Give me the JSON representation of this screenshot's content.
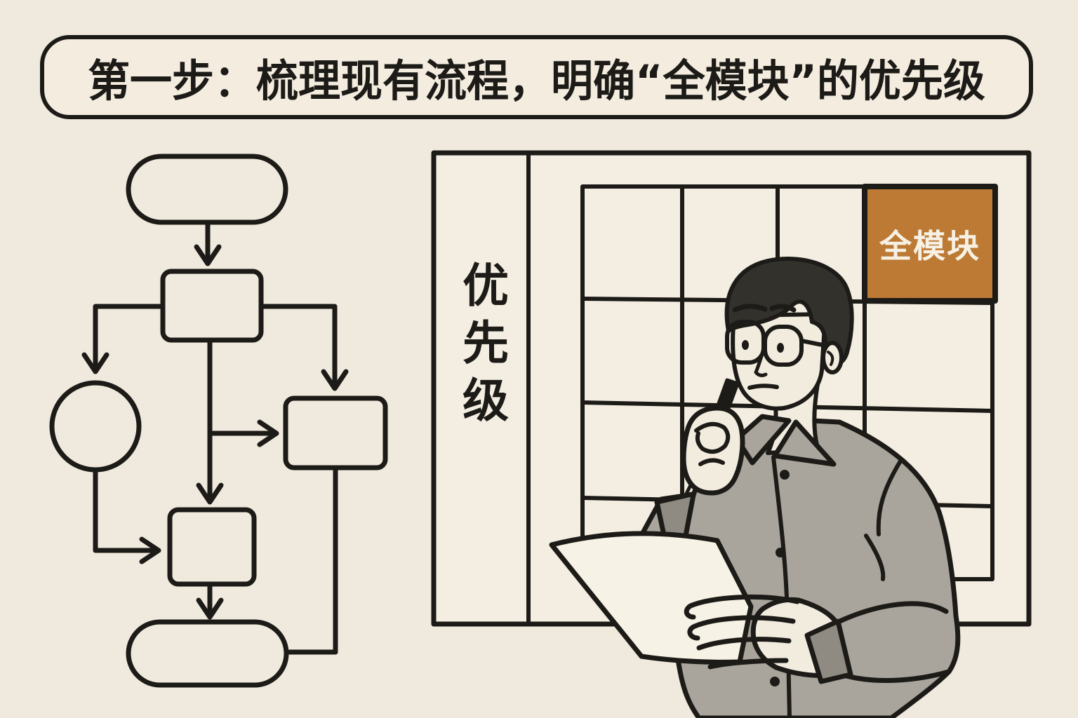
{
  "title_banner": {
    "text": "第一步：梳理现有流程，明确“全模块”的优先级"
  },
  "whiteboard": {
    "column_header": "优先级",
    "grid": {
      "rows": 4,
      "columns": 4
    },
    "highlighted_cell": {
      "label": "全模块",
      "row": 1,
      "column": 4,
      "fill": "#bc7a35",
      "text_color": "#f7f1e4"
    }
  },
  "flowchart": {
    "style": "hand-drawn black outline, empty unlabeled nodes",
    "nodes": [
      {
        "id": "start",
        "shape": "rounded-pill"
      },
      {
        "id": "process-1",
        "shape": "rectangle"
      },
      {
        "id": "branch-left",
        "shape": "circle"
      },
      {
        "id": "branch-right",
        "shape": "rectangle"
      },
      {
        "id": "merge",
        "shape": "square"
      },
      {
        "id": "end",
        "shape": "rounded-pill"
      }
    ],
    "edges": [
      "start -> process-1",
      "process-1 -> branch-left",
      "process-1 -> branch-right",
      "process-1 -> merge",
      "process-1 -> branch-right (side arrow)",
      "branch-left -> merge",
      "merge -> end",
      "branch-right -> end"
    ]
  },
  "person": {
    "description": "man with glasses holding a pen to his chin while reading a sheet of paper",
    "shirt_color": "#a9a59c",
    "cuff_color": "#8f8b82",
    "hair_color": "#33312c",
    "skin_color": "#f2ecdf",
    "paper_color": "#f7f2e6"
  },
  "colors": {
    "background": "#f0e9dd",
    "board_fill": "#f4eee2",
    "ink": "#1d1b17",
    "highlight_orange": "#bc7a35"
  }
}
